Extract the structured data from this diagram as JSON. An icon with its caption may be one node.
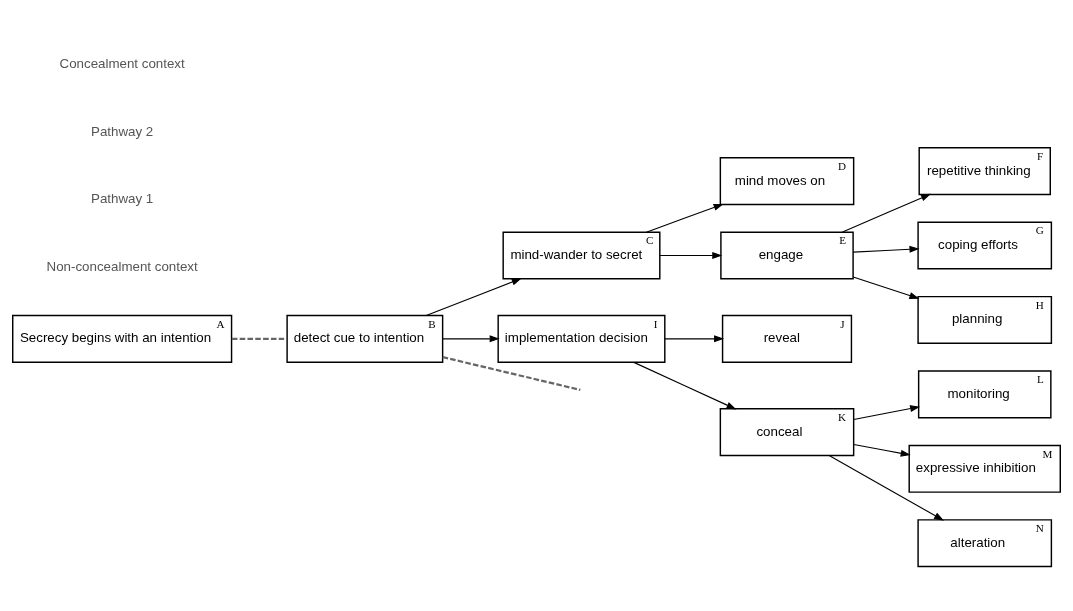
{
  "diagram": {
    "nodes": [
      {
        "text": [
          "Secrecy begins with an intention",
          "A"
        ]
      },
      {
        "text": [
          "detect cue to intention",
          "B"
        ]
      },
      {
        "text": [
          "mind-wander to secret",
          "C"
        ]
      },
      {
        "text": [
          "mind moves on",
          "D"
        ]
      },
      {
        "text": [
          "engage",
          "E"
        ]
      },
      {
        "text": [
          "repetitive thinking",
          "F"
        ]
      },
      {
        "text": [
          "coping efforts",
          "G"
        ]
      },
      {
        "text": [
          "planning",
          "H"
        ]
      },
      {
        "text": [
          "implementation decision",
          "I"
        ]
      },
      {
        "text": [
          "reveal",
          "J"
        ]
      },
      {
        "text": [
          "conceal",
          "K"
        ]
      },
      {
        "text": [
          "monitoring",
          "L"
        ]
      },
      {
        "text": [
          "expressive inhibition",
          "M"
        ]
      },
      {
        "text": [
          "alteration",
          "N"
        ]
      }
    ],
    "edges": [
      {
        "from": 0,
        "to": 1,
        "arrow": "none",
        "style": "dashed",
        "color": "#666666"
      },
      {
        "from": 1,
        "to": null,
        "arrow": "none",
        "style": "dashed",
        "color": "#666666"
      },
      {
        "from": 1,
        "to": 2,
        "arrow": "to"
      },
      {
        "from": 1,
        "to": 8,
        "arrow": "to"
      },
      {
        "from": 2,
        "to": 4,
        "arrow": "to"
      },
      {
        "from": 2,
        "to": 3,
        "arrow": "to"
      },
      {
        "from": 4,
        "to": 5,
        "arrow": "to"
      },
      {
        "from": 4,
        "to": 6,
        "arrow": "to"
      },
      {
        "from": 4,
        "to": 7,
        "arrow": "to"
      },
      {
        "from": 8,
        "to": 9,
        "arrow": "to"
      },
      {
        "from": 8,
        "to": 10,
        "arrow": "to"
      },
      {
        "from": 10,
        "to": 11,
        "arrow": "to"
      },
      {
        "from": 10,
        "to": 12,
        "arrow": "to"
      },
      {
        "from": 10,
        "to": 13,
        "arrow": "to"
      }
    ],
    "labels": [
      "Non-concealment context",
      "Pathway 1",
      "Pathway 2",
      "Concealment context"
    ]
  }
}
